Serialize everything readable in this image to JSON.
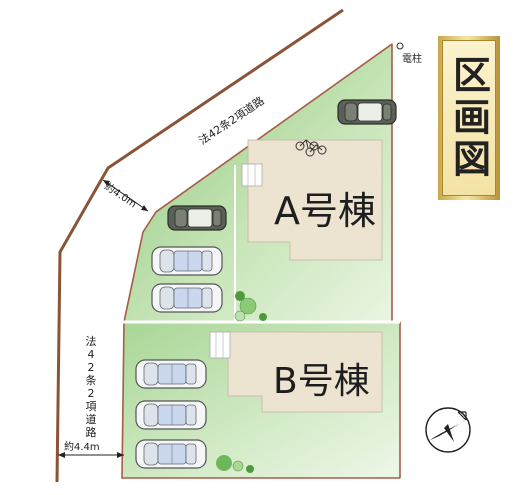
{
  "title": "区画図",
  "labels": {
    "road_upper": "法42条2項道路",
    "road_left": "法42条2項道路",
    "road_width_upper": "約4.0m",
    "road_width_lower": "約4.4m",
    "utility_pole": "電柱"
  },
  "lots": [
    {
      "id": "A",
      "name": "A号棟"
    },
    {
      "id": "B",
      "name": "B号棟"
    }
  ],
  "colors": {
    "lot_green": "#9ccf8a",
    "lot_green_light": "#cfe8c0",
    "road_line": "#8a5436",
    "house_fill": "#ece4d0",
    "house_border": "#c8bfa8"
  }
}
